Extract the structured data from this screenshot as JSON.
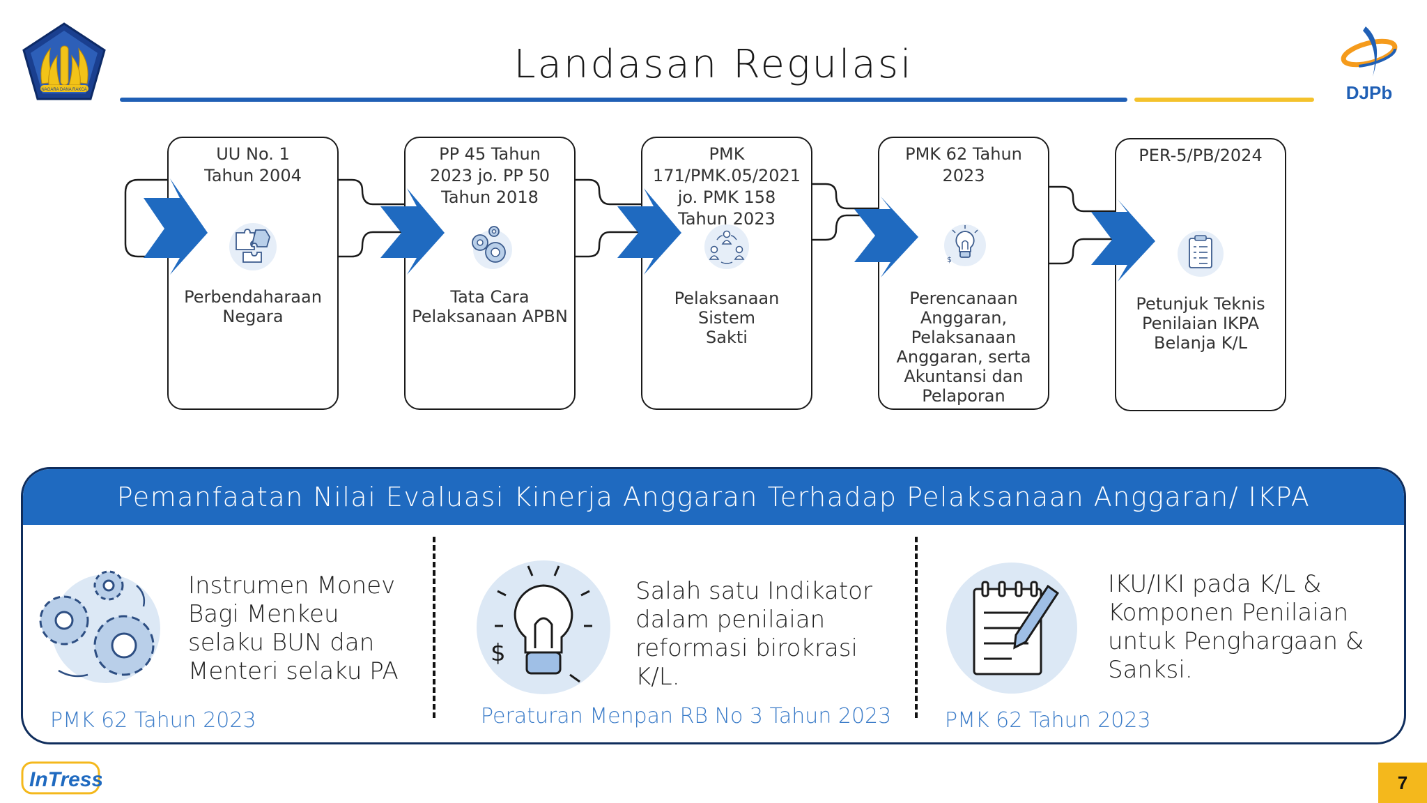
{
  "header": {
    "title": "Landasan Regulasi",
    "right_logo_label": "DJPb",
    "seal_text": "NAGARA DANA RAKCA"
  },
  "flow": {
    "cards": [
      {
        "head": "UU No. 1 Tahun 2004",
        "head_lines": [
          "UU No. 1",
          "Tahun 2004"
        ],
        "desc_lines": [
          "Perbendaharaan",
          "Negara"
        ],
        "icon": "puzzle-icon"
      },
      {
        "head_lines": [
          "PP 45 Tahun",
          "2023 jo. PP 50",
          "Tahun 2018"
        ],
        "desc_lines": [
          "Tata Cara",
          "Pelaksanaan APBN"
        ],
        "icon": "gears-icon"
      },
      {
        "head_lines": [
          "PMK",
          "171/PMK.05/2021",
          "jo. PMK 158",
          "Tahun 2023"
        ],
        "desc_lines": [
          "Pelaksanaan Sistem",
          "Sakti"
        ],
        "icon": "people-icon"
      },
      {
        "head_lines": [
          "PMK 62 Tahun",
          "2023"
        ],
        "desc_lines": [
          "Perencanaan",
          "Anggaran,",
          "Pelaksanaan",
          "Anggaran, serta",
          "Akuntansi dan",
          "Pelaporan"
        ],
        "icon": "lightbulb-icon"
      },
      {
        "head_lines": [
          "PER-5/PB/2024"
        ],
        "desc_lines": [
          "Petunjuk Teknis",
          "Penilaian IKPA",
          "Belanja K/L"
        ],
        "icon": "clipboard-icon"
      }
    ]
  },
  "panel": {
    "title": "Pemanfaatan Nilai Evaluasi Kinerja Anggaran Terhadap Pelaksanaan Anggaran/ IKPA",
    "blocks": [
      {
        "text_lines": [
          "Instrumen Monev",
          "Bagi Menkeu",
          "selaku BUN dan",
          "Menteri selaku PA"
        ],
        "ref": "PMK 62 Tahun 2023",
        "icon": "gears-icon"
      },
      {
        "text_lines": [
          "Salah satu Indikator",
          "dalam penilaian",
          "reformasi birokrasi",
          "K/L."
        ],
        "ref": "Peraturan Menpan RB No 3 Tahun 2023",
        "icon": "lightbulb-icon"
      },
      {
        "text_lines": [
          "IKU/IKI pada K/L &",
          "Komponen Penilaian",
          "untuk Penghargaan &",
          "Sanksi."
        ],
        "ref": "PMK 62 Tahun 2023",
        "icon": "notepad-pen-icon"
      }
    ]
  },
  "footer": {
    "brand": "InTress",
    "page_number": "7"
  },
  "colors": {
    "primary_blue": "#1f5fb5",
    "panel_blue": "#1f6ac0",
    "accent_yellow": "#f4c22c",
    "icon_bg": "#dce8f5",
    "ref_blue": "#3a7bc8"
  }
}
